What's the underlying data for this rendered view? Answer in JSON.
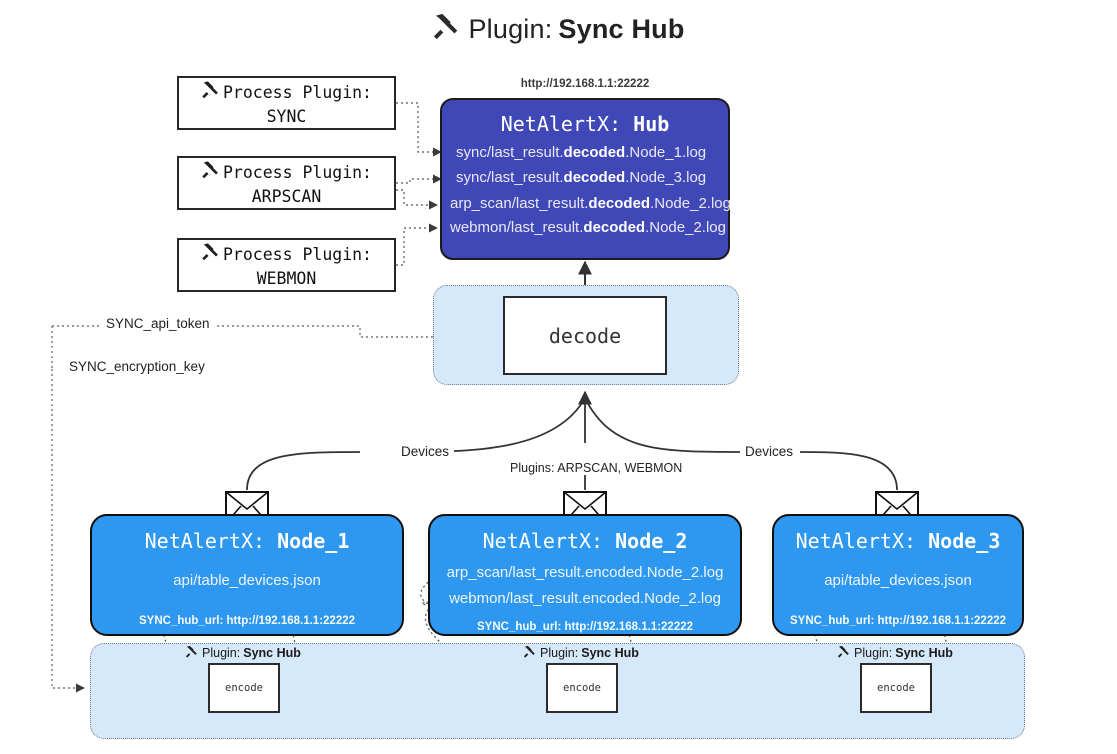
{
  "page": {
    "title_prefix": "Plugin:",
    "title_name": "Sync Hub",
    "title_icon": "plug-icon"
  },
  "process_plugins": [
    {
      "line1": "Process Plugin:",
      "line2": "SYNC",
      "icon": "plug-icon"
    },
    {
      "line1": "Process Plugin:",
      "line2": "ARPSCAN",
      "icon": "plug-icon"
    },
    {
      "line1": "Process Plugin:",
      "line2": "WEBMON",
      "icon": "plug-icon"
    }
  ],
  "hub": {
    "url": "http://192.168.1.1:22222",
    "title_prefix": "NetAlertX:",
    "title_name": "Hub",
    "logs": [
      {
        "pre": "sync/last_result.",
        "bold": "decoded",
        "post": ".Node_1.log"
      },
      {
        "pre": "sync/last_result.",
        "bold": "decoded",
        "post": ".Node_3.log"
      },
      {
        "pre": "arp_scan/last_result.",
        "bold": "decoded",
        "post": ".Node_2.log"
      },
      {
        "pre": "webmon/last_result.",
        "bold": "decoded",
        "post": ".Node_2.log"
      }
    ]
  },
  "decode": {
    "label": "decode"
  },
  "tokens": {
    "api_token": "SYNC_api_token",
    "encryption_key": "SYNC_encryption_key"
  },
  "edges": {
    "devices_left": "Devices",
    "devices_right": "Devices",
    "plugins_center": "Plugins: ARPSCAN, WEBMON"
  },
  "nodes": [
    {
      "title_prefix": "NetAlertX:",
      "title_name": "Node_1",
      "lines": [
        "api/table_devices.json"
      ],
      "footer": "SYNC_hub_url: http://192.168.1.1:22222",
      "mail_icon": "envelope-icon"
    },
    {
      "title_prefix": "NetAlertX:",
      "title_name": "Node_2",
      "lines": [
        "arp_scan/last_result.encoded.Node_2.log",
        "webmon/last_result.encoded.Node_2.log"
      ],
      "footer": "SYNC_hub_url: http://192.168.1.1:22222",
      "mail_icon": "envelope-icon"
    },
    {
      "title_prefix": "NetAlertX:",
      "title_name": "Node_3",
      "lines": [
        "api/table_devices.json"
      ],
      "footer": "SYNC_hub_url: http://192.168.1.1:22222",
      "mail_icon": "envelope-icon"
    }
  ],
  "encoders": [
    {
      "caption_prefix": "Plugin:",
      "caption_name": "Sync Hub",
      "label": "encode",
      "icon": "plug-icon"
    },
    {
      "caption_prefix": "Plugin:",
      "caption_name": "Sync Hub",
      "label": "encode",
      "icon": "plug-icon"
    },
    {
      "caption_prefix": "Plugin:",
      "caption_name": "Sync Hub",
      "label": "encode",
      "icon": "plug-icon"
    }
  ],
  "colors": {
    "hub_fill": "#4048b8",
    "node_fill": "#2e97ef",
    "group_fill": "#d6e9fa",
    "stroke": "#1b1b1b"
  }
}
